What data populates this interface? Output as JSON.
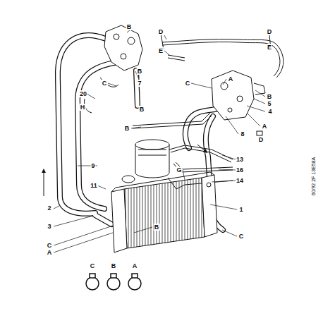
{
  "diagram": {
    "labels": [
      "D",
      "E",
      "B",
      "D",
      "E",
      "C",
      "B",
      "20",
      "7",
      "A",
      "C",
      "B",
      "5",
      "4",
      "H",
      "B",
      "A",
      "8",
      "D",
      "B",
      "13",
      "9",
      "G",
      "16",
      "14",
      "11",
      "2",
      "1",
      "3",
      "B",
      "C",
      "C",
      "A",
      "C",
      "B",
      "A",
      "60/92 2F 13E58A"
    ]
  }
}
